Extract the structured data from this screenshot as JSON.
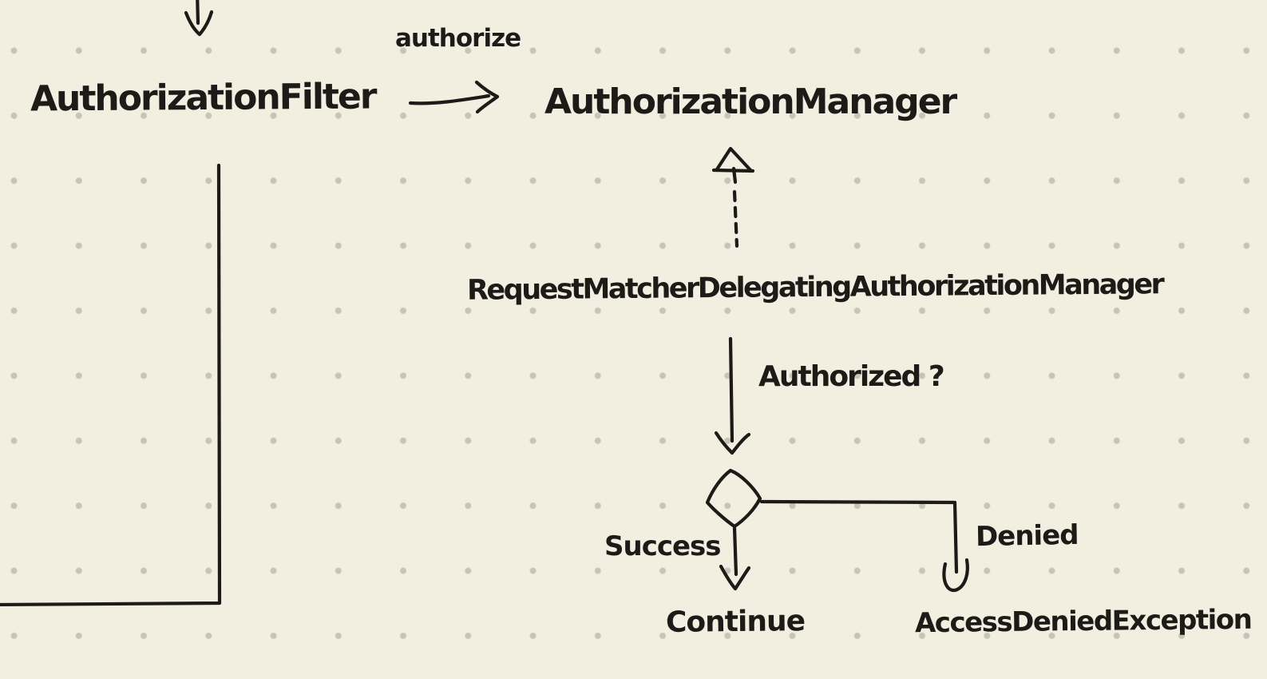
{
  "canvas": {
    "colors": {
      "background": "#f2efe1",
      "dot": "#c7c4b7",
      "ink": "#1c1b18"
    },
    "grid_style": "dot-grid"
  },
  "labels": {
    "authorization_filter": "AuthorizationFilter",
    "authorize": "authorize",
    "authorization_manager": "AuthorizationManager",
    "request_matcher_delegating_authorization_manager": "RequestMatcherDelegatingAuthorizationManager",
    "authorized_question": "Authorized ?",
    "success": "Success",
    "denied": "Denied",
    "continue": "Continue",
    "access_denied_exception": "AccessDeniedException"
  },
  "edges": [
    {
      "id": "entry-arrow",
      "from": "top-of-canvas (cut off)",
      "to": "AuthorizationFilter",
      "style": "solid",
      "arrowhead": "open-v-down"
    },
    {
      "id": "authorize-arrow",
      "from": "AuthorizationFilter",
      "to": "AuthorizationManager",
      "label": "authorize",
      "style": "solid",
      "arrowhead": "open-v-right"
    },
    {
      "id": "implements-arrow",
      "from": "RequestMatcherDelegatingAuthorizationManager",
      "to": "AuthorizationManager",
      "style": "dashed",
      "arrowhead": "hollow-triangle-up"
    },
    {
      "id": "authorized-arrow",
      "from": "RequestMatcherDelegatingAuthorizationManager",
      "to": "decision-diamond",
      "label": "Authorized ?",
      "style": "solid",
      "arrowhead": "open-v-down"
    },
    {
      "id": "success-arrow",
      "from": "decision-diamond",
      "to": "Continue",
      "label": "Success",
      "style": "solid",
      "arrowhead": "open-v-down"
    },
    {
      "id": "denied-arrow",
      "from": "decision-diamond",
      "to": "AccessDeniedException",
      "label": "Denied",
      "style": "solid",
      "arrowhead": "hook-down"
    },
    {
      "id": "filter-return-line",
      "from": "AuthorizationFilter",
      "to": "left-edge-of-canvas (cut off)",
      "style": "solid",
      "arrowhead": "none"
    }
  ]
}
